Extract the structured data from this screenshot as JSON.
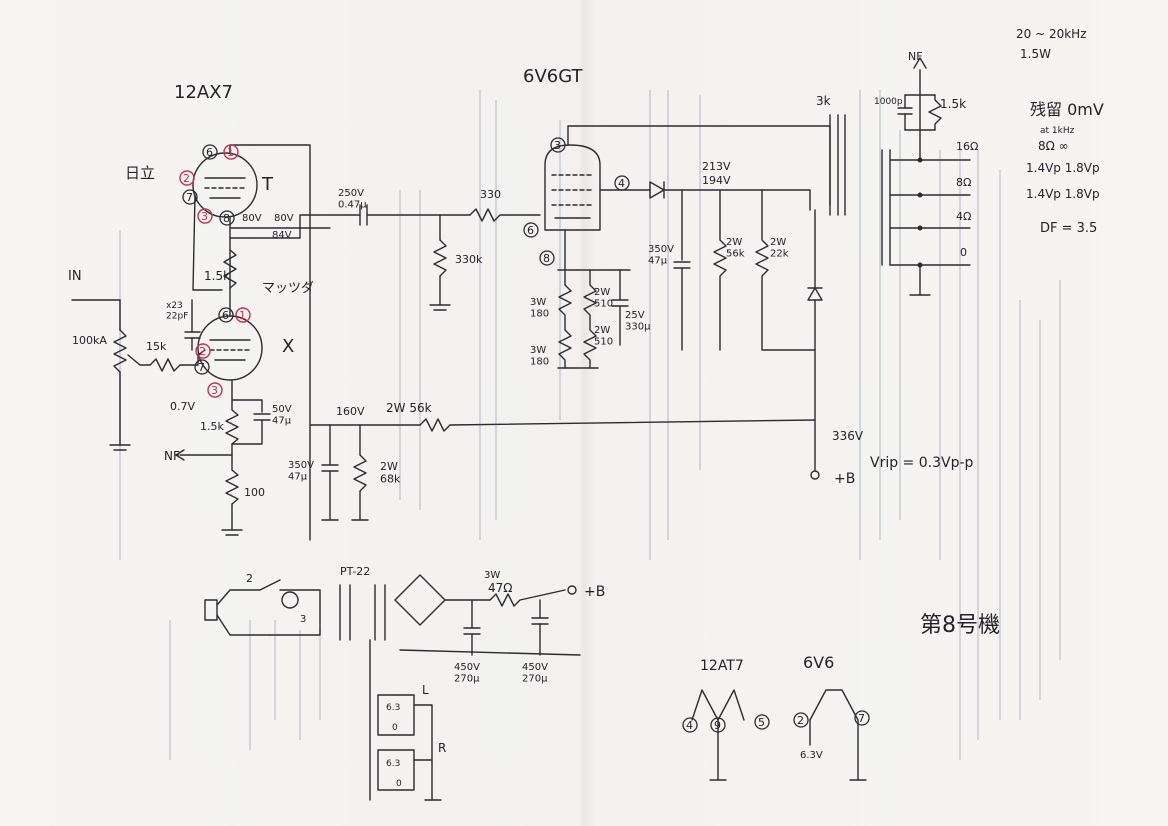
{
  "header": {
    "freq_range": "20 ~ 20kHz",
    "power": "1.5W"
  },
  "tubes": {
    "input_tube": "12AX7",
    "output_tube": "6V6GT",
    "maker": "日立",
    "section_T": "T",
    "section_X": "X",
    "muzu": "マッツダ"
  },
  "input": {
    "jack": "IN",
    "volume": "100kA",
    "grid_res": "15k",
    "cap": "x23\n22pF",
    "bias_v": "0.7V"
  },
  "stage1": {
    "plate_v1": "80V",
    "plate_v2": "80V",
    "plate_v3": "84V",
    "load": "1.5k",
    "cath_r": "1.5k",
    "cath_cap": "50V\n47μ",
    "cath_r2": "100",
    "nf_label": "NF"
  },
  "coupling": {
    "cap": "250V\n0.47μ",
    "grid_leak": "330k",
    "grid_stop": "330"
  },
  "output_stage": {
    "cath_r1": "3W\n180",
    "cath_r2": "3W\n180",
    "cath_r3": "2W\n510",
    "cath_r4": "2W\n510",
    "cath_cap": "25V\n330μ",
    "screen_v": "213V",
    "screen_v2": "194V",
    "screen_cap": "350V\n47μ",
    "screen_r": "2W\n56k",
    "screen_r2": "2W\n22k"
  },
  "power_rail": {
    "rail_v": "160V",
    "drop_r": "2W 56k",
    "b_v": "336V",
    "b_label": "+B",
    "rail_cap": "350V\n47μ",
    "bleeder": "2W\n68k",
    "ripple": "Vrip  =  0.3Vp-p"
  },
  "transformer": {
    "ratio": "3k",
    "nf_out": "NF",
    "nf_cap": "1000p",
    "nf_r": "1.5k",
    "tap_16": "16Ω",
    "tap_8": "8Ω",
    "tap_4": "4Ω",
    "tap_0": "0"
  },
  "notes": {
    "residual": "残留  0mV",
    "sub": "at 1kHz",
    "line1": "8Ω  ∞",
    "line2": "1.4Vp   1.8Vp",
    "line3": "1.4Vp   1.8Vp",
    "df": "DF = 3.5"
  },
  "psu": {
    "transformer": "PT-22",
    "switch": "2",
    "fuse": "3",
    "r_power": "3W",
    "r_val": "47Ω",
    "out": "+B",
    "cap1": "450V\n270μ",
    "cap2": "450V\n270μ",
    "heater_l": "L",
    "heater_r": "R",
    "heater_v1": "6.3",
    "heater_v2": "6.3",
    "zero1": "0",
    "zero2": "0"
  },
  "serial": "第8号機",
  "heaters": {
    "tube_a": "12AT7",
    "tube_b": "6V6",
    "pin_a1": "4",
    "pin_a2": "9",
    "pin_a3": "5",
    "pin_b1": "2",
    "pin_b2": "7",
    "v_b": "6.3V"
  },
  "tube_pins": {
    "t_p1": "6",
    "t_p2": "1",
    "t_p3": "2",
    "t_p4": "7",
    "t_p5": "3",
    "t_p6": "8",
    "x_p1": "6",
    "x_p2": "1",
    "x_p3": "2",
    "x_p4": "7",
    "x_p5": "3",
    "out_p3": "3",
    "out_p4": "4",
    "out_p6": "6",
    "out_p8": "8"
  }
}
